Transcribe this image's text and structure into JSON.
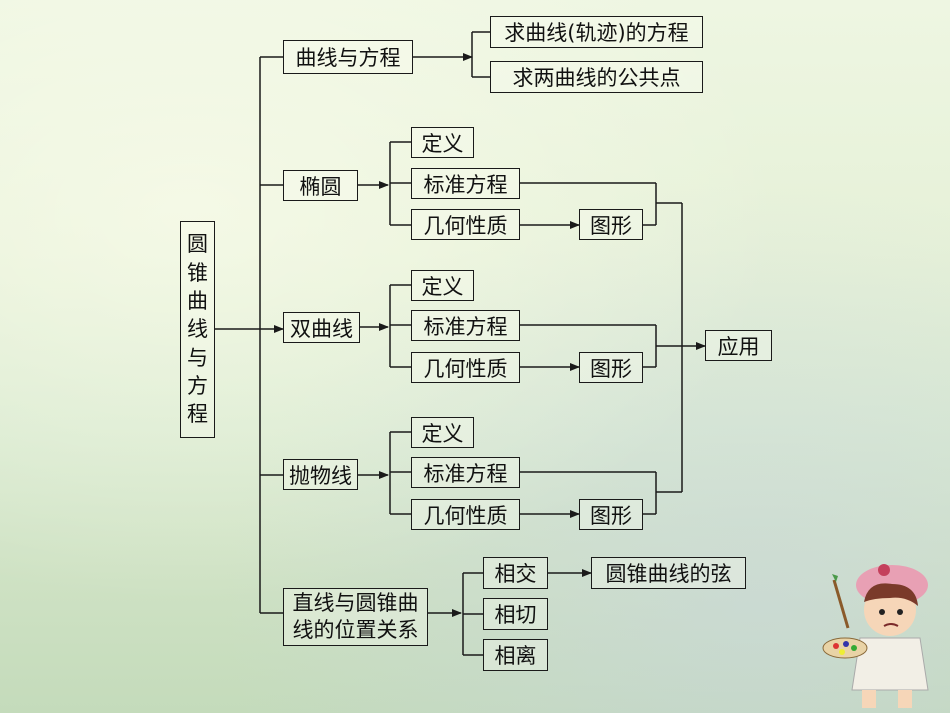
{
  "root": [
    "圆",
    "锥",
    "曲",
    "线",
    "与",
    "方",
    "程"
  ],
  "curve_eq": {
    "label": "曲线与方程",
    "children": [
      "求曲线(轨迹)的方程",
      "求两曲线的公共点"
    ]
  },
  "ellipse": {
    "label": "椭圆",
    "items": [
      "定义",
      "标准方程",
      "几何性质"
    ],
    "shape": "图形"
  },
  "hyperbola": {
    "label": "双曲线",
    "items": [
      "定义",
      "标准方程",
      "几何性质"
    ],
    "shape": "图形"
  },
  "parabola": {
    "label": "抛物线",
    "items": [
      "定义",
      "标准方程",
      "几何性质"
    ],
    "shape": "图形"
  },
  "application": "应用",
  "line_conic": {
    "label_line1": "直线与圆锥曲",
    "label_line2": "线的位置关系",
    "relations": [
      "相交",
      "相切",
      "相离"
    ],
    "chord": "圆锥曲线的弦"
  },
  "colors": {
    "line": "#1a1a1a",
    "background": "#e6f1d8"
  },
  "decoration": "painter-girl-illustration"
}
